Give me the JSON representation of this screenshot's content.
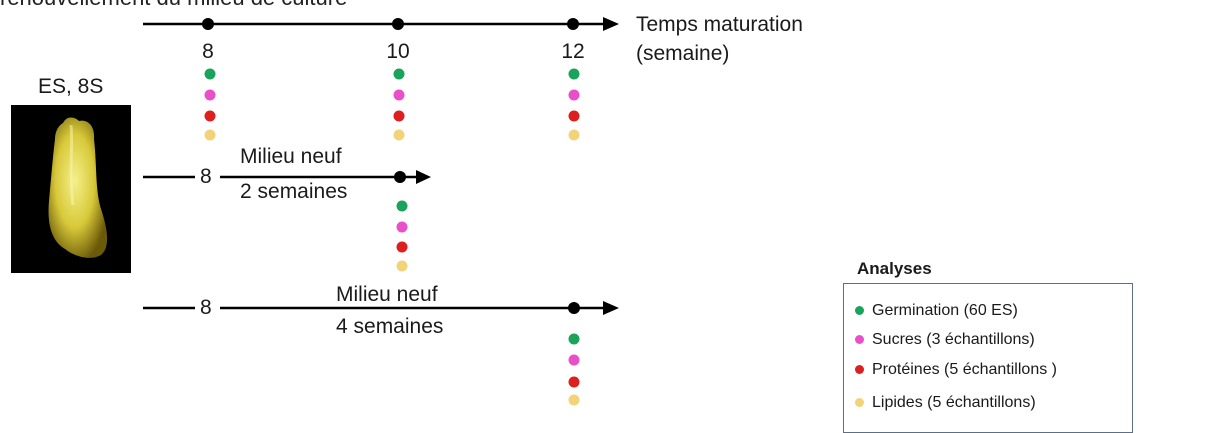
{
  "header": {
    "title_fragment": "renouvellement du milieu de culture"
  },
  "specimen": {
    "label": "ES, 8S"
  },
  "timeline": {
    "axis_label_line1": "Temps maturation",
    "axis_label_line2": "(semaine)",
    "weeks": [
      "8",
      "10",
      "12"
    ]
  },
  "branch1": {
    "start_label": "8",
    "note_line1": "Milieu neuf",
    "note_line2": "2 semaines"
  },
  "branch2": {
    "start_label": "8",
    "note_line1": "Milieu neuf",
    "note_line2": "4 semaines"
  },
  "legend": {
    "title": "Analyses",
    "items": [
      {
        "label": "Germination (60 ES)",
        "color": "#1aa35a"
      },
      {
        "label": "Sucres (3 échantillons)",
        "color": "#e84fc9"
      },
      {
        "label": "Protéines (5 échantillons )",
        "color": "#dd1f1f"
      },
      {
        "label": "Lipides (5 échantillons)",
        "color": "#f3d37a"
      }
    ]
  },
  "colors": {
    "germination": "#1aa35a",
    "sucres": "#e84fc9",
    "proteines": "#dd1f1f",
    "lipides": "#f3d37a"
  }
}
